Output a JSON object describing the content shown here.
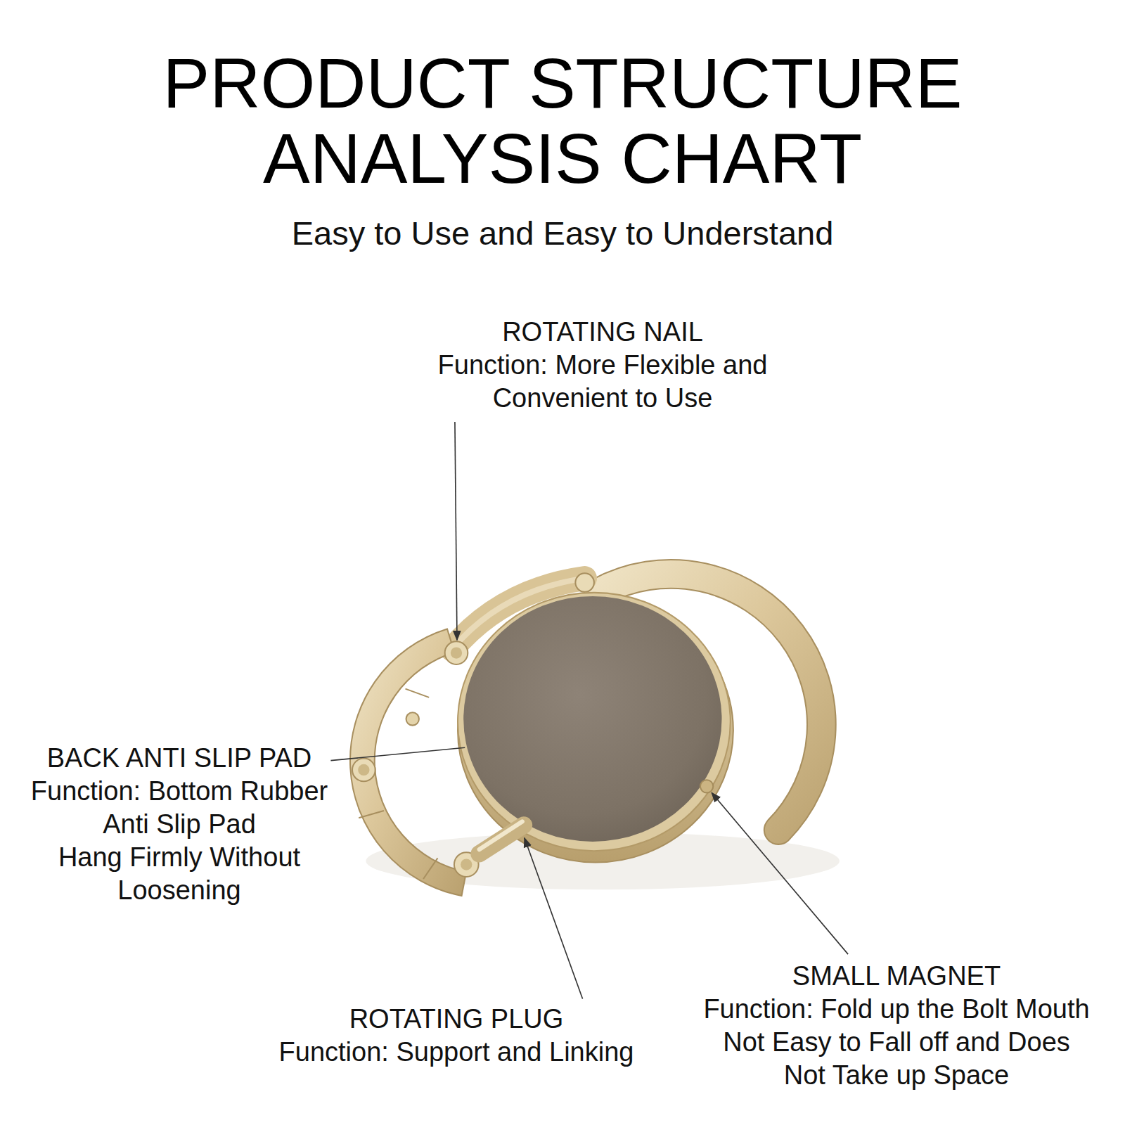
{
  "diagram": {
    "title": "PRODUCT STRUCTURE ANALYSIS CHART",
    "labels": [
      "Easy to Use and Easy to Understand",
      "ROTATING NAIL",
      "Function: More Flexible and Convenient to Use",
      "BACK ANTI SLIP PAD",
      "Function: Bottom Rubber Anti Slip Pad",
      "Hang Firmly Without Loosening",
      "ROTATING PLUG",
      "Function: Support and Linking",
      "SMALL MAGNET",
      "Function: Fold up the Bolt Mouth",
      "Not Easy to Fall off and Does Not Take up Space"
    ]
  }
}
